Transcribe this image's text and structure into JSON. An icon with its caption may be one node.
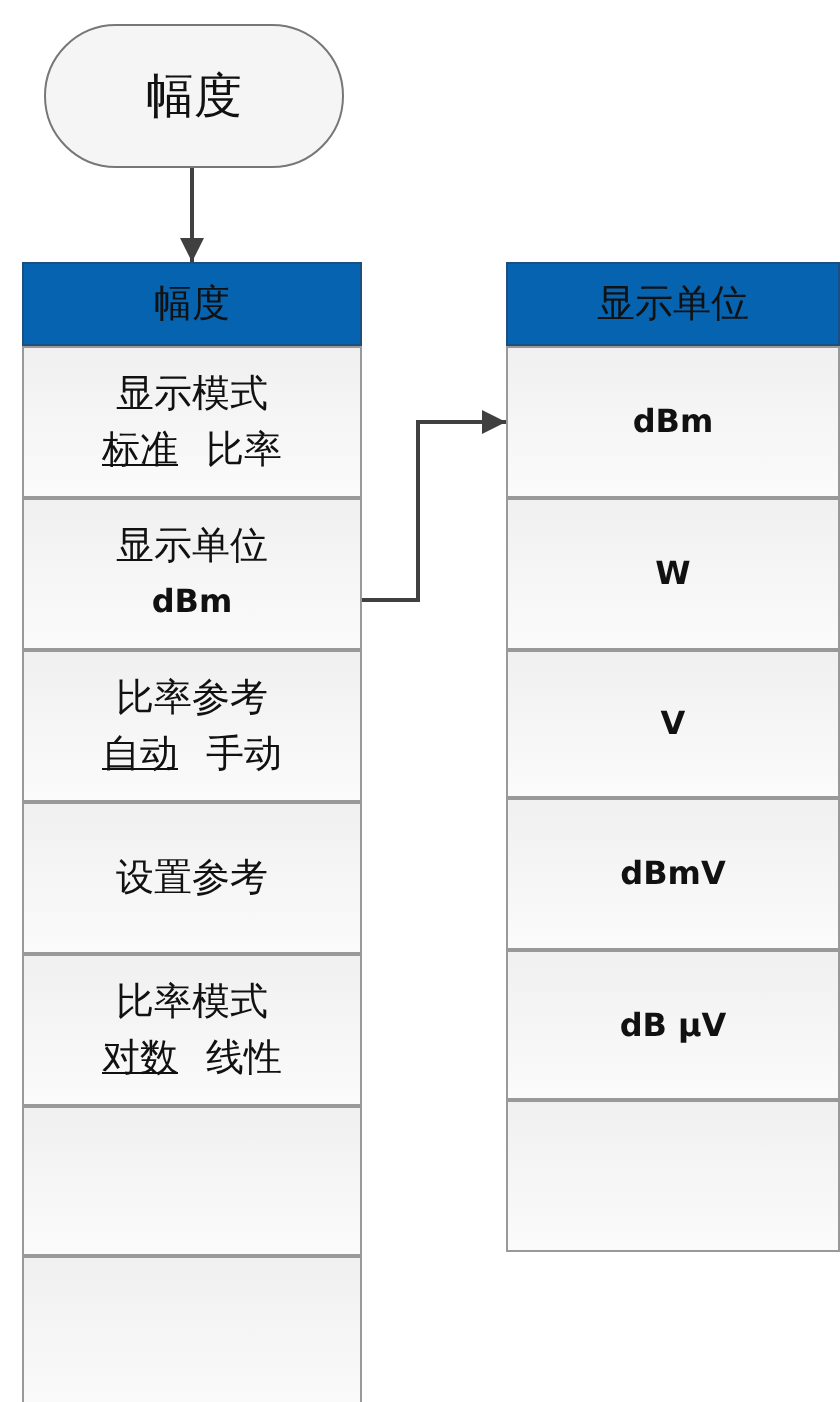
{
  "diagram": {
    "nodes": [
      {
        "text": [
          "幅度"
        ]
      },
      {
        "text": [
          "幅度"
        ]
      },
      {
        "text": [
          "显示模式",
          "标准",
          "比率"
        ]
      },
      {
        "text": [
          "显示单位",
          "dBm"
        ]
      },
      {
        "text": [
          "比率参考",
          "自动",
          "手动"
        ]
      },
      {
        "text": [
          "设置参考"
        ]
      },
      {
        "text": [
          "比率模式",
          "对数",
          "线性"
        ]
      },
      {
        "text": [],
        "shape": "box"
      },
      {
        "text": [],
        "shape": "box"
      },
      {
        "text": [
          "显示单位"
        ]
      },
      {
        "text": [
          "dBm"
        ]
      },
      {
        "text": [
          "W"
        ]
      },
      {
        "text": [
          "V"
        ]
      },
      {
        "text": [
          "dBmV"
        ]
      },
      {
        "text": [
          "dB μV"
        ]
      },
      {
        "text": [],
        "shape": "box"
      }
    ],
    "edges": [
      {
        "from": 0,
        "to": 1,
        "arrow": "to"
      },
      {
        "from": 3,
        "to": 10,
        "arrow": "to"
      }
    ]
  }
}
